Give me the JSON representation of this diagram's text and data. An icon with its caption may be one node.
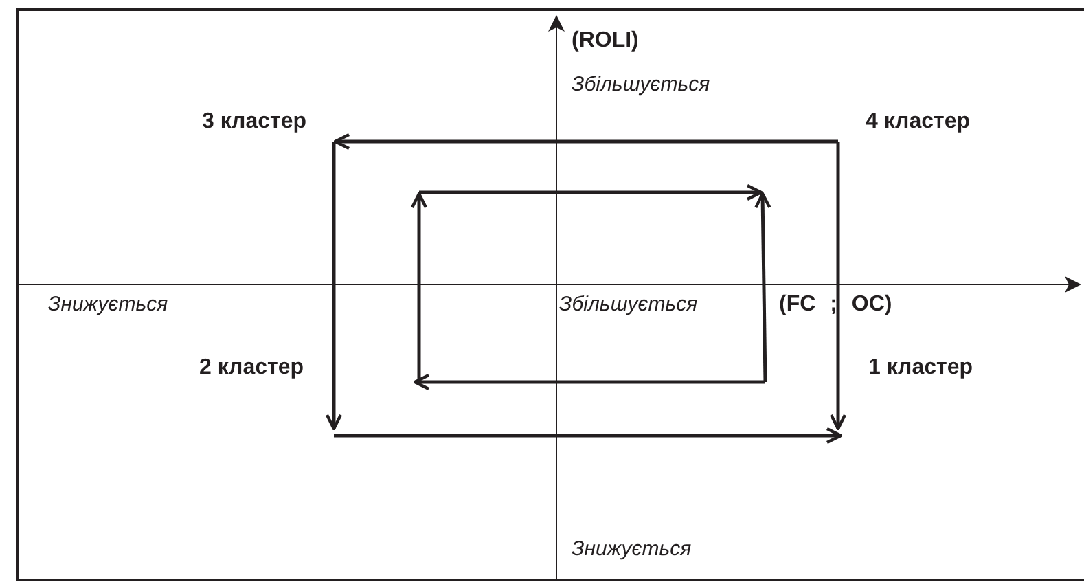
{
  "diagram": {
    "labels": [
      "(ROLI)",
      "Збільшується",
      "3 кластер",
      "4 кластер",
      "Знижується",
      "Збільшується",
      "(FC ; OC)",
      "2 кластер",
      "1 кластер",
      "Знижується"
    ]
  }
}
